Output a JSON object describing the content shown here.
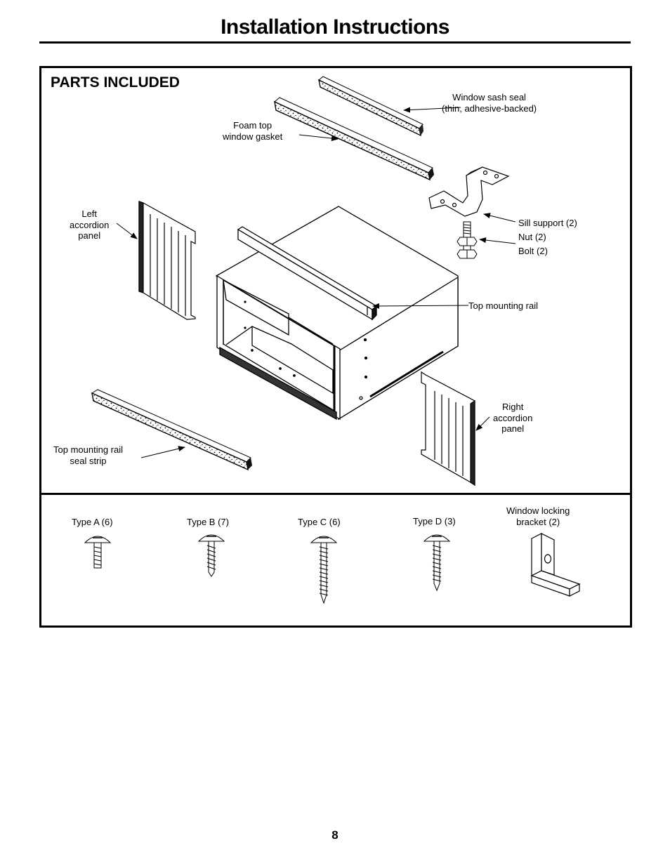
{
  "page": {
    "title": "Installation Instructions",
    "page_number": "8"
  },
  "parts_section": {
    "heading": "PARTS INCLUDED",
    "labels": {
      "window_sash_seal": "Window sash seal\n(thin, adhesive-backed)",
      "foam_top_gasket": "Foam top\nwindow gasket",
      "left_accordion_panel": "Left\naccordion\npanel",
      "sill_support": "Sill support (2)",
      "nut": "Nut (2)",
      "bolt": "Bolt (2)",
      "top_mounting_rail": "Top mounting rail",
      "right_accordion_panel": "Right\naccordion\npanel",
      "top_mounting_rail_seal_strip": "Top mounting rail\nseal strip"
    }
  },
  "hardware": [
    {
      "label": "Type A (6)",
      "icon": "screw-type-a-icon"
    },
    {
      "label": "Type B (7)",
      "icon": "screw-type-b-icon"
    },
    {
      "label": "Type C (6)",
      "icon": "screw-type-c-icon"
    },
    {
      "label": "Type D (3)",
      "icon": "screw-type-d-icon"
    },
    {
      "label": "Window locking\nbracket (2)",
      "icon": "window-locking-bracket-icon"
    }
  ]
}
